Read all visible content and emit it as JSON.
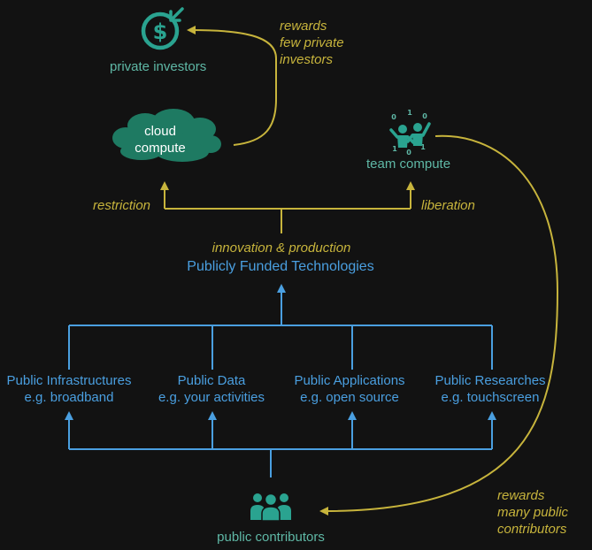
{
  "nodes": {
    "private_investors": "private investors",
    "cloud_compute": [
      "cloud",
      "compute"
    ],
    "team_compute": "team compute",
    "public_contributors": "public contributors",
    "publicly_funded_technologies": "Publicly Funded Technologies"
  },
  "edges": {
    "rewards_few": [
      "rewards",
      "few private",
      "investors"
    ],
    "restriction": "restriction",
    "liberation": "liberation",
    "innovation": "innovation & production",
    "rewards_many": [
      "rewards",
      "many public",
      "contributors"
    ]
  },
  "categories": [
    {
      "title": "Public Infrastructures",
      "example": "e.g. broadband"
    },
    {
      "title": "Public Data",
      "example": "e.g. your activities"
    },
    {
      "title": "Public Applications",
      "example": "e.g. open source"
    },
    {
      "title": "Public Researches",
      "example": "e.g. touchscreen"
    }
  ],
  "team_icon_digits": [
    "0",
    "1",
    "0",
    "1",
    "0",
    "1"
  ],
  "icons": {
    "investor": "dollar-coin-incoming-icon",
    "cloud": "cloud-shape",
    "team": "team-celebrating-icon",
    "contributors": "group-of-people-icon"
  },
  "colors": {
    "background": "#121212",
    "teal": "#5fb8a6",
    "blue": "#4a9fe0",
    "gold": "#c7b43c",
    "cloud_fill": "#1e7a62",
    "icon_fill": "#2aa390"
  }
}
